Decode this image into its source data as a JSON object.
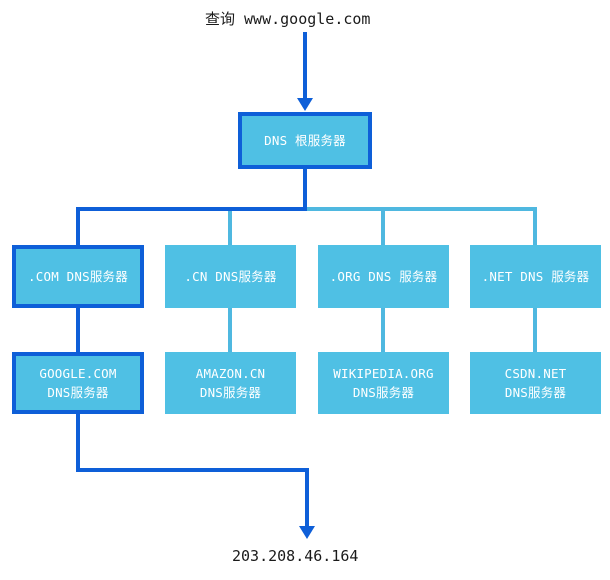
{
  "diagram": {
    "title_caption": "查询 www.google.com",
    "result_caption": "203.208.46.164",
    "colors": {
      "node_fill": "#4FC0E4",
      "highlight_border": "#0E5FD8",
      "connector_light": "#4FB8E0",
      "connector_dark": "#0E5FD8",
      "caption_text": "#1a1a1a",
      "node_text": "#ffffff"
    },
    "root": {
      "label": "DNS 根服务器",
      "highlighted": true
    },
    "tld_row": [
      {
        "label": ".COM DNS服务器",
        "highlighted": true
      },
      {
        "label": ".CN DNS服务器",
        "highlighted": false
      },
      {
        "label": ".ORG DNS 服务器",
        "highlighted": false
      },
      {
        "label": ".NET DNS 服务器",
        "highlighted": false
      }
    ],
    "authoritative_row": [
      {
        "line1": "GOOGLE.COM",
        "line2": "DNS服务器",
        "highlighted": true
      },
      {
        "line1": "AMAZON.CN",
        "line2": "DNS服务器",
        "highlighted": false
      },
      {
        "line1": "WIKIPEDIA.ORG",
        "line2": "DNS服务器",
        "highlighted": false
      },
      {
        "line1": "CSDN.NET",
        "line2": "DNS服务器",
        "highlighted": false
      }
    ]
  }
}
